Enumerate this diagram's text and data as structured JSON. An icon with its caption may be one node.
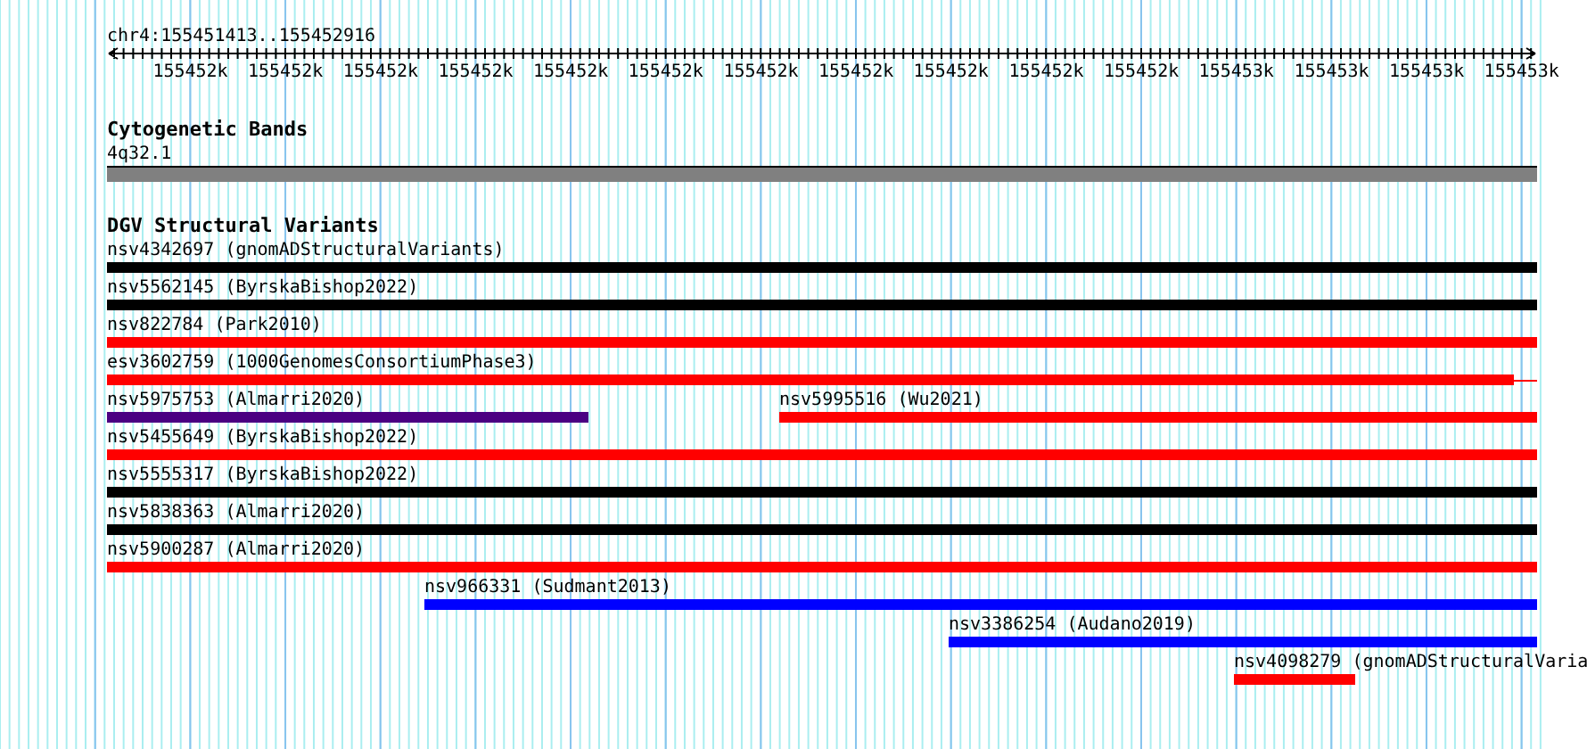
{
  "diagram": {
    "nodes": [
      {
        "text": [
          "4q32.1"
        ]
      },
      {
        "text": [
          "nsv4342697 (gnomADStructuralVariants)"
        ]
      },
      {
        "text": [
          "nsv5562145 (ByrskaBishop2022)"
        ]
      },
      {
        "text": [
          "nsv822784 (Park2010)"
        ]
      },
      {
        "text": [
          "esv3602759 (1000GenomesConsortiumPhase3)"
        ]
      },
      {
        "text": [
          "nsv5975753 (Almarri2020)"
        ]
      },
      {
        "text": [
          "nsv5995516 (Wu2021)"
        ]
      },
      {
        "text": [
          "nsv5455649 (ByrskaBishop2022)"
        ]
      },
      {
        "text": [
          "nsv5555317 (ByrskaBishop2022)"
        ]
      },
      {
        "text": [
          "nsv5838363 (Almarri2020)"
        ]
      },
      {
        "text": [
          "nsv5900287 (Almarri2020)"
        ]
      },
      {
        "text": [
          "nsv966331 (Sudmant2013)"
        ]
      },
      {
        "text": [
          "nsv3386254 (Audano2019)"
        ]
      },
      {
        "text": [
          "nsv4098279 (gnomADStructuralVaria"
        ]
      }
    ],
    "labels": [
      "chr4:155451413..155452916",
      "155452k",
      "155452k",
      "155452k",
      "155452k",
      "155452k",
      "155452k",
      "155452k",
      "155452k",
      "155452k",
      "155452k",
      "155452k",
      "155453k",
      "155453k",
      "155453k",
      "155453k",
      "Cytogenetic Bands",
      "DGV Structural Variants"
    ]
  }
}
